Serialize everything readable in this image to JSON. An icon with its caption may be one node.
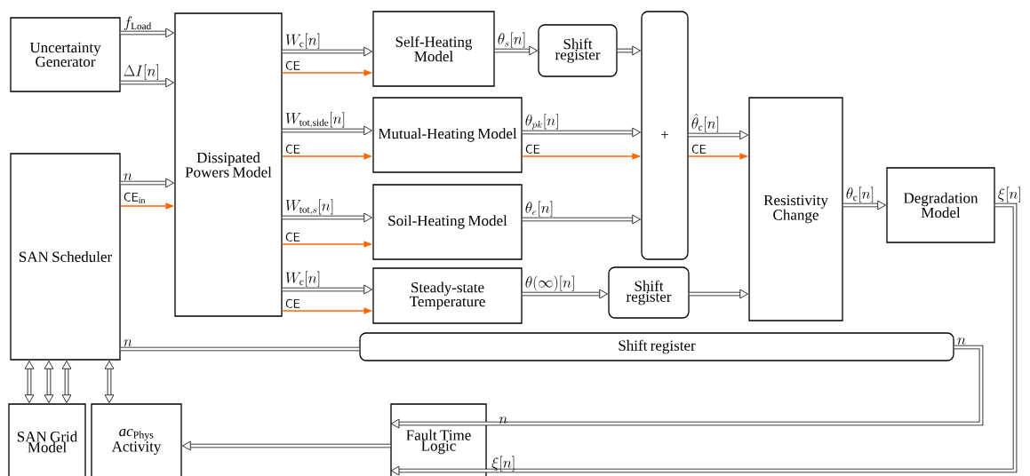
{
  "diagram": {
    "nodes": [
      {
        "text": [
          "Uncertainty Generator"
        ]
      },
      {
        "text": [
          "SAN Scheduler"
        ]
      },
      {
        "text": [
          "Dissipated Powers Model"
        ]
      },
      {
        "text": [
          "Self-Heating Model"
        ]
      },
      {
        "text": [
          "Shift register"
        ]
      },
      {
        "text": [
          "Mutual-Heating Model"
        ]
      },
      {
        "text": [
          "Soil-Heating Model"
        ]
      },
      {
        "text": [
          "Steady-state Temperature"
        ]
      },
      {
        "text": [
          "Shift register"
        ]
      },
      {
        "text": [
          "+"
        ]
      },
      {
        "text": [
          "Resistivity Change"
        ]
      },
      {
        "text": [
          "Degradation Model"
        ]
      },
      {
        "text": [
          "Shift register"
        ]
      },
      {
        "text": [
          "SAN Grid Model"
        ]
      },
      {
        "text": [
          "*ac*$_{Phys}$ Activity"
        ]
      },
      {
        "text": [
          "Fault Time Logic"
        ]
      }
    ],
    "edges": [
      {
        "from": 0,
        "to": 2,
        "arrow": "to",
        "label": "f_{\\mathrm{Load}}"
      },
      {
        "from": 0,
        "to": 2,
        "arrow": "to",
        "label": "\\Delta I[n]"
      },
      {
        "from": 1,
        "to": 2,
        "arrow": "to",
        "label": "n"
      },
      {
        "from": 1,
        "to": 2,
        "arrow": "to",
        "label": "\\mathsf{CE}_{\\mathrm{in}}",
        "color": "#ff6600"
      },
      {
        "from": 2,
        "to": 3,
        "arrow": "to",
        "label": "W_{\\mathrm{c}}[n]"
      },
      {
        "from": 2,
        "to": 3,
        "arrow": "to",
        "label": "\\mathsf{CE}",
        "color": "#ff6600"
      },
      {
        "from": 2,
        "to": 5,
        "arrow": "to",
        "label": "W_{\\mathrm{tot,side}}[n]"
      },
      {
        "from": 2,
        "to": 5,
        "arrow": "to",
        "label": "\\mathsf{CE}",
        "color": "#ff6600"
      },
      {
        "from": 2,
        "to": 6,
        "arrow": "to",
        "label": "W_{\\mathrm{tot},s}[n]"
      },
      {
        "from": 2,
        "to": 6,
        "arrow": "to",
        "label": "\\mathsf{CE}",
        "color": "#ff6600"
      },
      {
        "from": 2,
        "to": 7,
        "arrow": "to",
        "label": "W_{\\mathrm{c}}[n]"
      },
      {
        "from": 2,
        "to": 7,
        "arrow": "to",
        "label": "\\mathsf{CE}",
        "color": "#ff6600"
      },
      {
        "from": 3,
        "to": 4,
        "arrow": "to",
        "label": "\\theta_s[n]"
      },
      {
        "from": 4,
        "to": 9,
        "arrow": "to"
      },
      {
        "from": 5,
        "to": 9,
        "arrow": "to",
        "label": "\\theta_{pk}[n]"
      },
      {
        "from": 5,
        "to": 9,
        "arrow": "to",
        "label": "\\mathsf{CE}",
        "color": "#ff6600"
      },
      {
        "from": 6,
        "to": 9,
        "arrow": "to",
        "label": "\\theta_e[n]"
      },
      {
        "from": 7,
        "to": 8,
        "arrow": "to",
        "label": "\\theta(\\infty)[n]"
      },
      {
        "from": 8,
        "to": 10,
        "arrow": "to"
      },
      {
        "from": 9,
        "to": 10,
        "arrow": "to",
        "label": "\\hat{\\theta}_{\\mathrm{c}}[n]"
      },
      {
        "from": 9,
        "to": 10,
        "arrow": "to",
        "label": "\\mathsf{CE}",
        "color": "#ff6600"
      },
      {
        "from": 10,
        "to": 11,
        "arrow": "to",
        "label": "\\theta_{\\mathrm{c}}[n]"
      },
      {
        "from": 11,
        "to": 15,
        "arrow": "to",
        "label": "\\xi[n]"
      },
      {
        "from": 1,
        "to": 12,
        "arrow": "none",
        "label": "n"
      },
      {
        "from": 12,
        "to": 15,
        "arrow": "to",
        "label": "n"
      },
      {
        "from": 15,
        "to": 14,
        "arrow": "to"
      },
      {
        "from": 1,
        "to": 13,
        "arrow": "both"
      },
      {
        "from": 1,
        "to": 13,
        "arrow": "both"
      },
      {
        "from": 1,
        "to": 13,
        "arrow": "both"
      },
      {
        "from": 1,
        "to": 14,
        "arrow": "both"
      }
    ],
    "labels": [
      "n",
      "\\xi[n]"
    ]
  }
}
